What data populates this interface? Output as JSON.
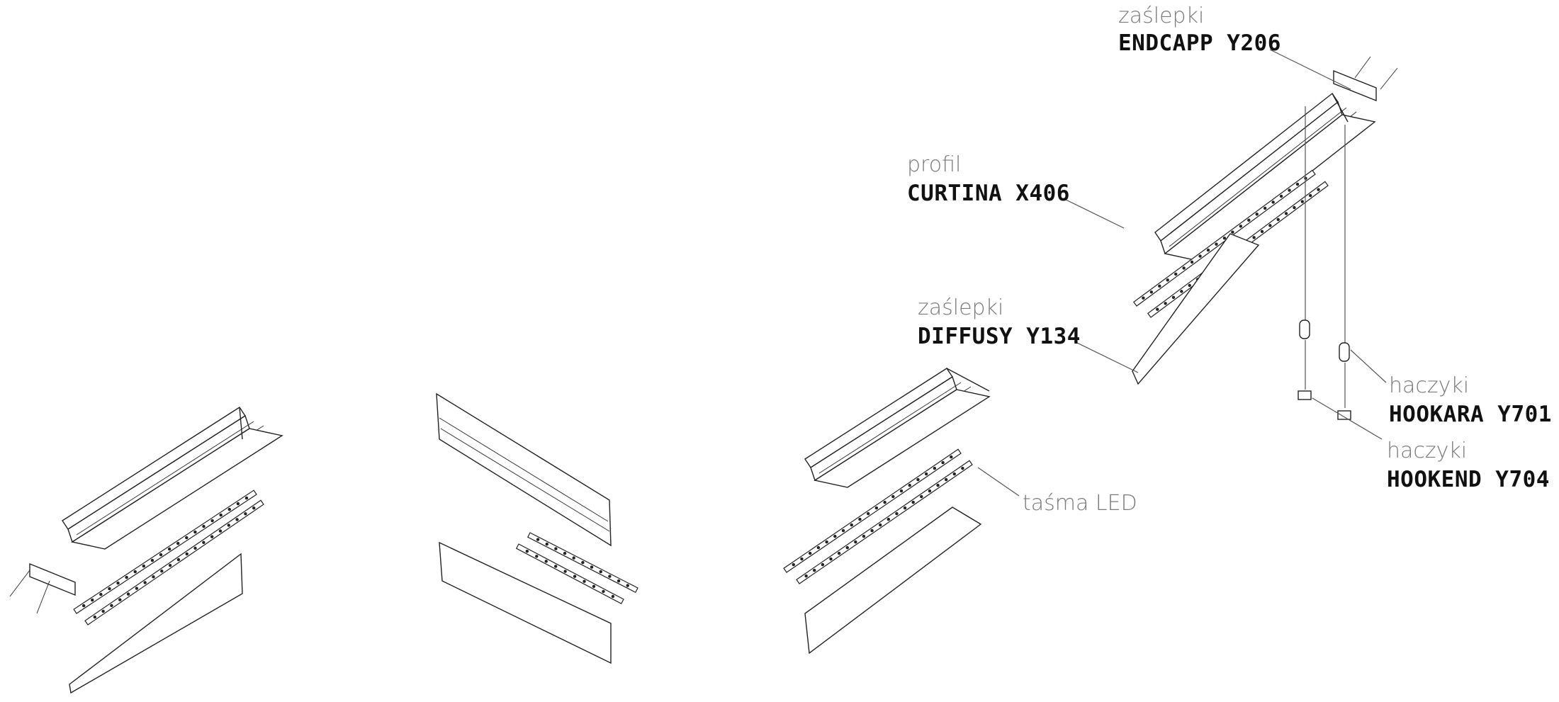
{
  "labels": {
    "endcap": {
      "sub": "zaślepki",
      "main": "ENDCAPP Y206"
    },
    "profile": {
      "sub": "profil",
      "main": "CURTINA X406"
    },
    "diffuser": {
      "sub": "zaślepki",
      "main": "DIFFUSY Y134"
    },
    "hook1": {
      "sub": "haczyki",
      "main": "HOOKARA Y701"
    },
    "hook2": {
      "sub": "haczyki",
      "main": "HOOKEND Y704"
    },
    "led": {
      "sub": "taśma LED"
    }
  }
}
